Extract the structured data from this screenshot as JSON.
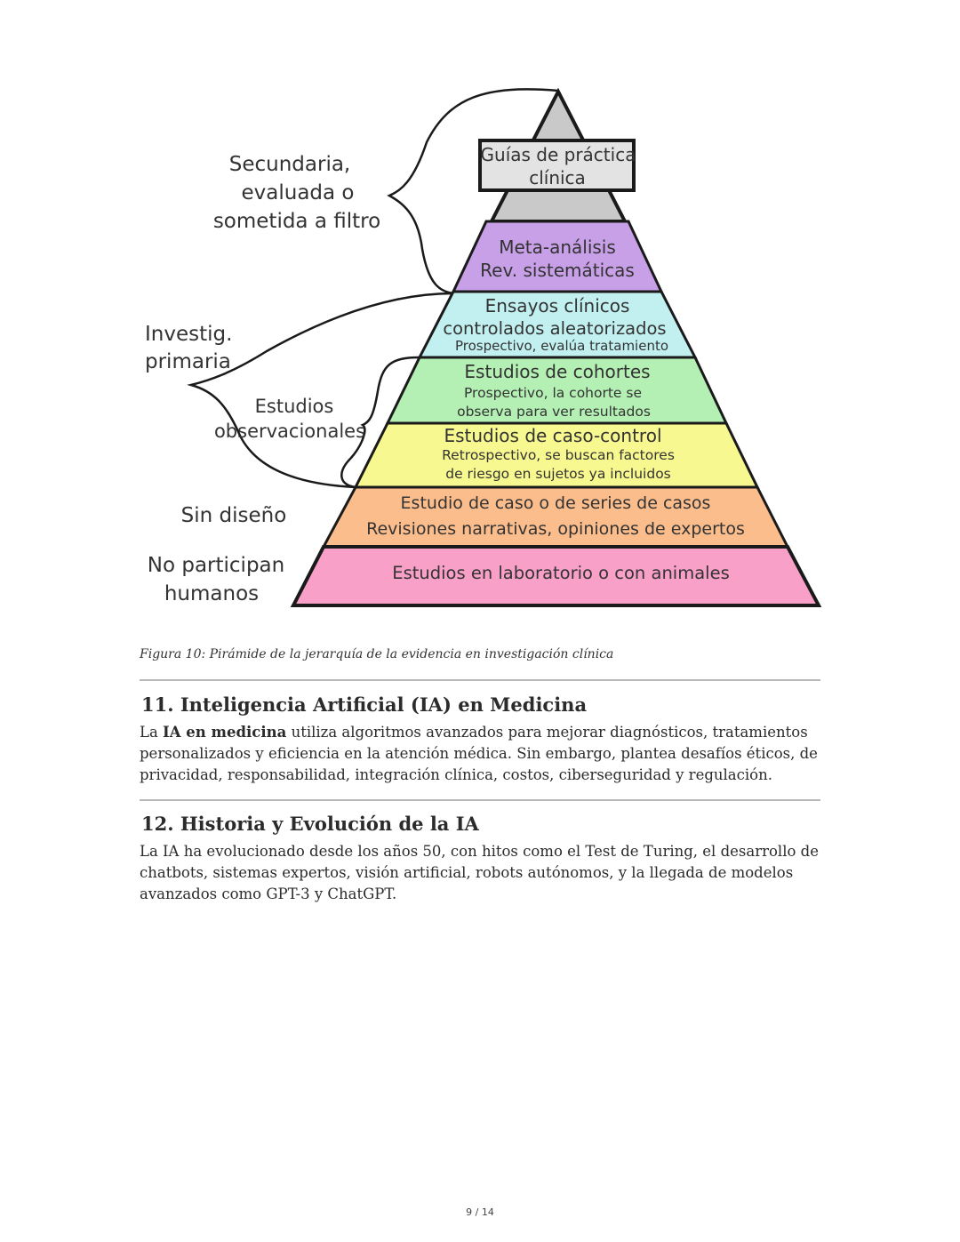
{
  "figure": {
    "pyramid_levels": [
      {
        "id": "guias",
        "lines": [
          "Guías de práctica",
          "clínica"
        ],
        "color": "#e3e3e3"
      },
      {
        "id": "meta",
        "lines": [
          "Meta-análisis",
          "Rev. sistemáticas"
        ],
        "color": "#c8a0e8"
      },
      {
        "id": "ensayos",
        "lines": [
          "Ensayos clínicos",
          "controlados aleatorizados",
          "Prospectivo, evalúa tratamiento"
        ],
        "color": "#c2f0f0"
      },
      {
        "id": "cohortes",
        "lines": [
          "Estudios de cohortes",
          "Prospectivo, la cohorte se",
          "observa para ver resultados"
        ],
        "color": "#b4f0b4"
      },
      {
        "id": "caso-control",
        "lines": [
          "Estudios de caso-control",
          "Retrospectivo, se buscan factores",
          "de riesgo en sujetos ya incluidos"
        ],
        "color": "#f8f890"
      },
      {
        "id": "series",
        "lines": [
          "Estudio de caso o de series de casos",
          "Revisiones narrativas, opiniones de expertos"
        ],
        "color": "#fbbd8c"
      },
      {
        "id": "laboratorio",
        "lines": [
          "Estudios en laboratorio o con animales"
        ],
        "color": "#f9a0c8"
      }
    ],
    "side_labels": {
      "secundaria": [
        "Secundaria,",
        "evaluada o",
        "sometida a filtro"
      ],
      "primaria": [
        "Investig.",
        "primaria"
      ],
      "observacionales": [
        "Estudios",
        "observacionales"
      ],
      "sin_diseno": [
        "Sin diseño"
      ],
      "no_humanos": [
        "No participan",
        "humanos"
      ]
    },
    "colors": {
      "apex": "#c9c9c9",
      "outline": "#1a1a1a"
    }
  },
  "caption": "Figura 10: Pirámide de la jerarquía de la evidencia en investigación clínica",
  "sections": [
    {
      "title": "11. Inteligencia Artificial (IA) en Medicina",
      "body_pre": "La ",
      "body_bold": "IA en medicina",
      "body_post": " utiliza algoritmos avanzados para mejorar diagnósticos, tratamientos personalizados y eficiencia en la atención médica. Sin embargo, plantea desafíos éticos, de privacidad, responsabilidad, integración clínica, costos, ciberseguridad y regulación."
    },
    {
      "title": "12. Historia y Evolución de la IA",
      "body": "La IA ha evolucionado desde los años 50, con hitos como el Test de Turing, el desarrollo de chatbots, sistemas expertos, visión artificial, robots autónomos, y la llegada de modelos avanzados como GPT-3 y ChatGPT."
    }
  ],
  "page_number": "9 / 14"
}
